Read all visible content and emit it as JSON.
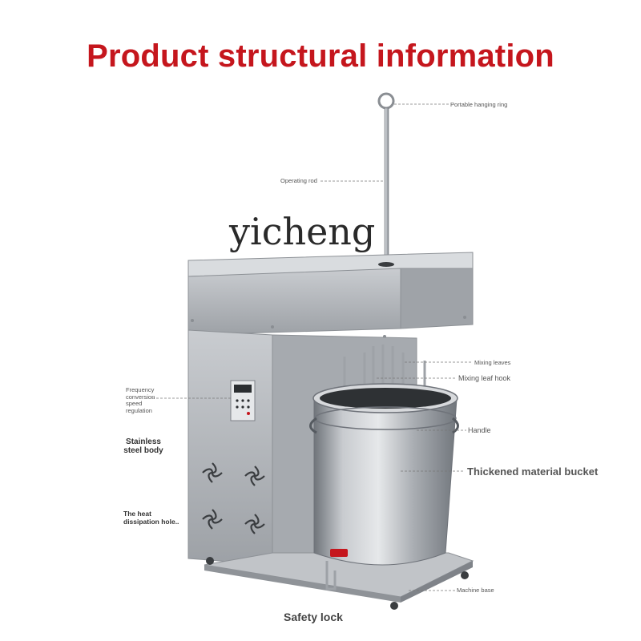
{
  "title": "Product structural information",
  "watermark": "yicheng",
  "labels": {
    "hanging_ring": "Portable hanging ring",
    "operating_rod": "Operating rod",
    "mixing_leaves": "Mixing leaves",
    "mixing_leaf_hook": "Mixing leaf hook",
    "frequency": "Frequency conversion speed regulation",
    "handle": "Handle",
    "stainless_body": "Stainless steel body",
    "bucket": "Thickened material bucket",
    "heat_hole": "The heat dissipation hole..",
    "machine_base": "Machine base",
    "safety_lock": "Safety lock"
  },
  "colors": {
    "title": "#c5161d",
    "steel": "#b9bdc3",
    "leader": "#666666"
  }
}
